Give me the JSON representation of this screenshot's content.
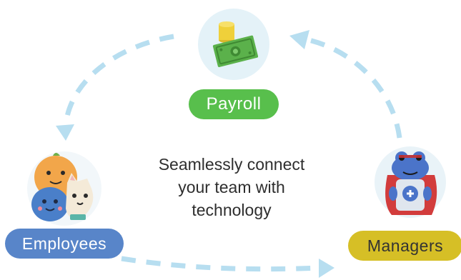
{
  "center_text": [
    "Seamlessly connect",
    "your team with",
    "technology"
  ],
  "nodes": {
    "payroll": {
      "label": "Payroll",
      "color": "#58bf4c",
      "icon": "money-icon"
    },
    "employees": {
      "label": "Employees",
      "color": "#5885c9",
      "icon": "employees-avatar-icon"
    },
    "managers": {
      "label": "Managers",
      "color": "#d6bf26",
      "icon": "frog-manager-icon"
    }
  },
  "arrow_color": "#b7def0"
}
